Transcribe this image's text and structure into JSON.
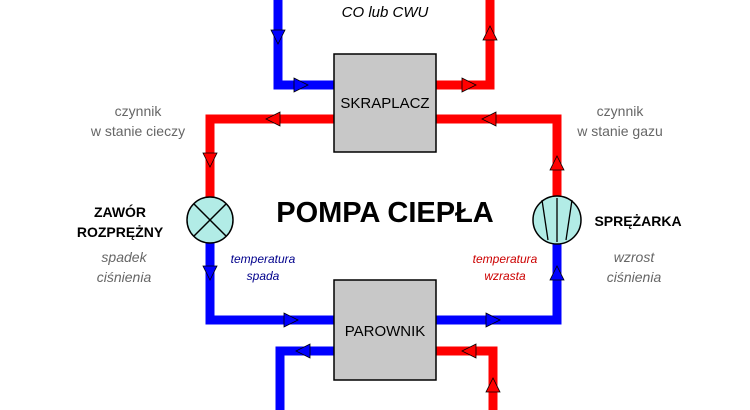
{
  "title": "POMPA CIEPŁA",
  "top_label": "CO lub CWU",
  "condenser": {
    "label": "SKRAPLACZ"
  },
  "evaporator": {
    "label": "PAROWNIK"
  },
  "expansion_valve": {
    "line1": "ZAWÓR",
    "line2": "ROZPRĘŻNY"
  },
  "compressor": {
    "label": "SPRĘŻARKA"
  },
  "liquid_note": {
    "line1": "czynnik",
    "line2": "w stanie cieczy"
  },
  "gas_note": {
    "line1": "czynnik",
    "line2": "w stanie gazu"
  },
  "pressure_drop": {
    "line1": "spadek",
    "line2": "ciśnienia"
  },
  "pressure_rise": {
    "line1": "wzrost",
    "line2": "ciśnienia"
  },
  "temp_drop": {
    "line1": "temperatura",
    "line2": "spada"
  },
  "temp_rise": {
    "line1": "temperatura",
    "line2": "wzrasta"
  },
  "colors": {
    "hot": "#ff0000",
    "cold": "#0000ff",
    "box_fill": "#c8c8c8",
    "component_fill": "#b2ece6",
    "note_gray": "#666666",
    "temp_drop_text": "#00008b",
    "temp_rise_text": "#cc0000"
  }
}
